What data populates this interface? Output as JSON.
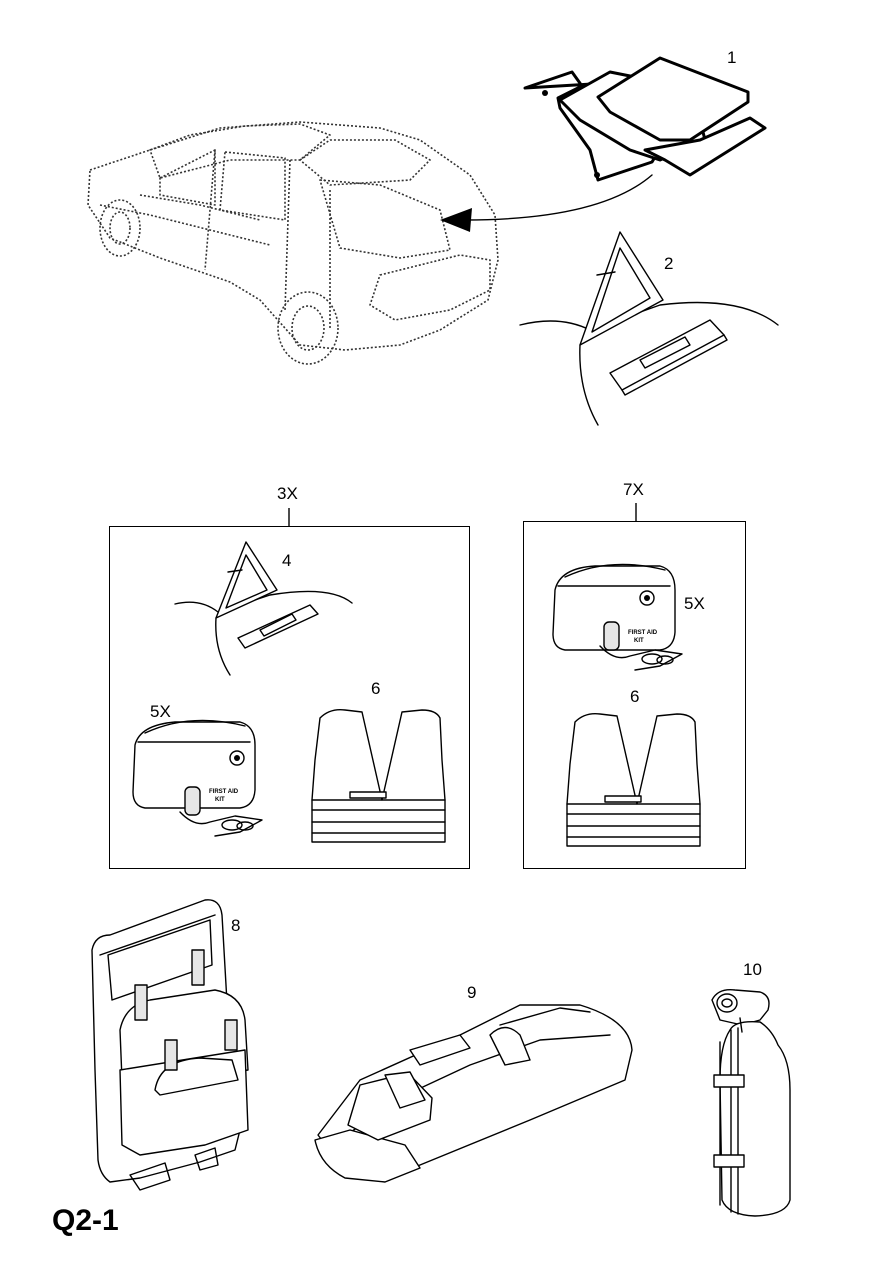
{
  "page_code": "Q2-1",
  "callouts": {
    "c1": "1",
    "c2": "2",
    "c3x": "3X",
    "c4": "4",
    "c5x_left": "5X",
    "c6_left": "6",
    "c7x": "7X",
    "c5x_right": "5X",
    "c6_right": "6",
    "c8": "8",
    "c9": "9",
    "c10": "10"
  },
  "kit_label": {
    "line1": "FIRST AID",
    "line2": "KIT"
  }
}
